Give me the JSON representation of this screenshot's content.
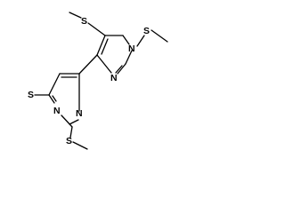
{
  "molecule": {
    "atom_labels": [
      {
        "id": "S_upper_left",
        "text": "S"
      },
      {
        "id": "S_upper_right",
        "text": "S"
      },
      {
        "id": "N_upper_right",
        "text": "N"
      },
      {
        "id": "N_upper_bottom",
        "text": "N"
      },
      {
        "id": "S_lower_left",
        "text": "S"
      },
      {
        "id": "N_lower_left",
        "text": "N"
      },
      {
        "id": "N_lower_right",
        "text": "N"
      },
      {
        "id": "S_lower_bottom",
        "text": "S"
      }
    ]
  }
}
